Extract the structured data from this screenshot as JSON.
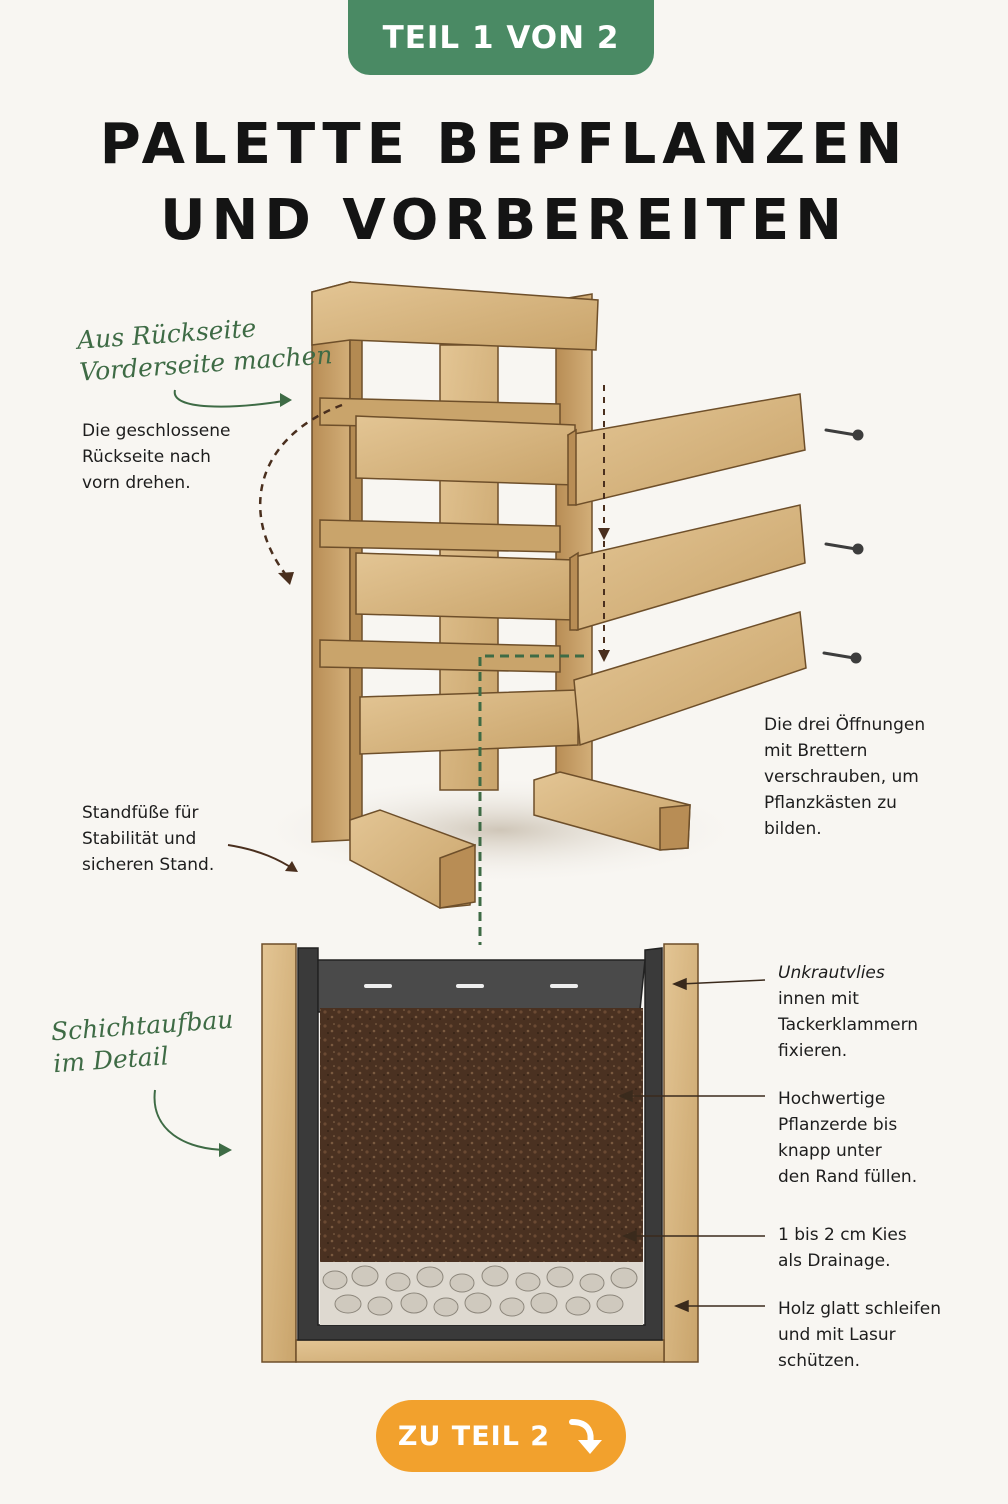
{
  "header": {
    "badge": "TEIL 1 VON 2"
  },
  "title": {
    "line1": "PALETTE BEPFLANZEN",
    "line2": "UND VORBEREITEN"
  },
  "annotations": {
    "flip_heading": "Aus Rückseite\nVorderseite machen",
    "flip_text": "Die geschlossene\nRückseite nach\nvorn drehen.",
    "feet_text": "Standfüße für\nStabilität und\nsicheren Stand.",
    "openings_text": "Die drei Öffnungen\nmit Brettern\nverschrauben, um\nPflanzkästen zu\nbilden.",
    "layers_heading": "Schichtaufbau\nim Detail",
    "fleece_italic": "Unkrautvlies",
    "fleece_text": "innen mit\nTackerklammern\nfixieren.",
    "soil_text": "Hochwertige\nPflanzerde bis\nknapp unter\nden Rand füllen.",
    "gravel_text": "1 bis 2 cm Kies\nals Drainage.",
    "wood_text": "Holz glatt schleifen\nund mit Lasur\nschützen."
  },
  "cta": {
    "label": "ZU TEIL 2",
    "icon": "arrow-down-icon"
  },
  "colors": {
    "badge": "#4a8a64",
    "cta": "#f2a12d",
    "wood": "#d7b784",
    "soil": "#4a3121",
    "handwriting": "#3e6b45"
  }
}
